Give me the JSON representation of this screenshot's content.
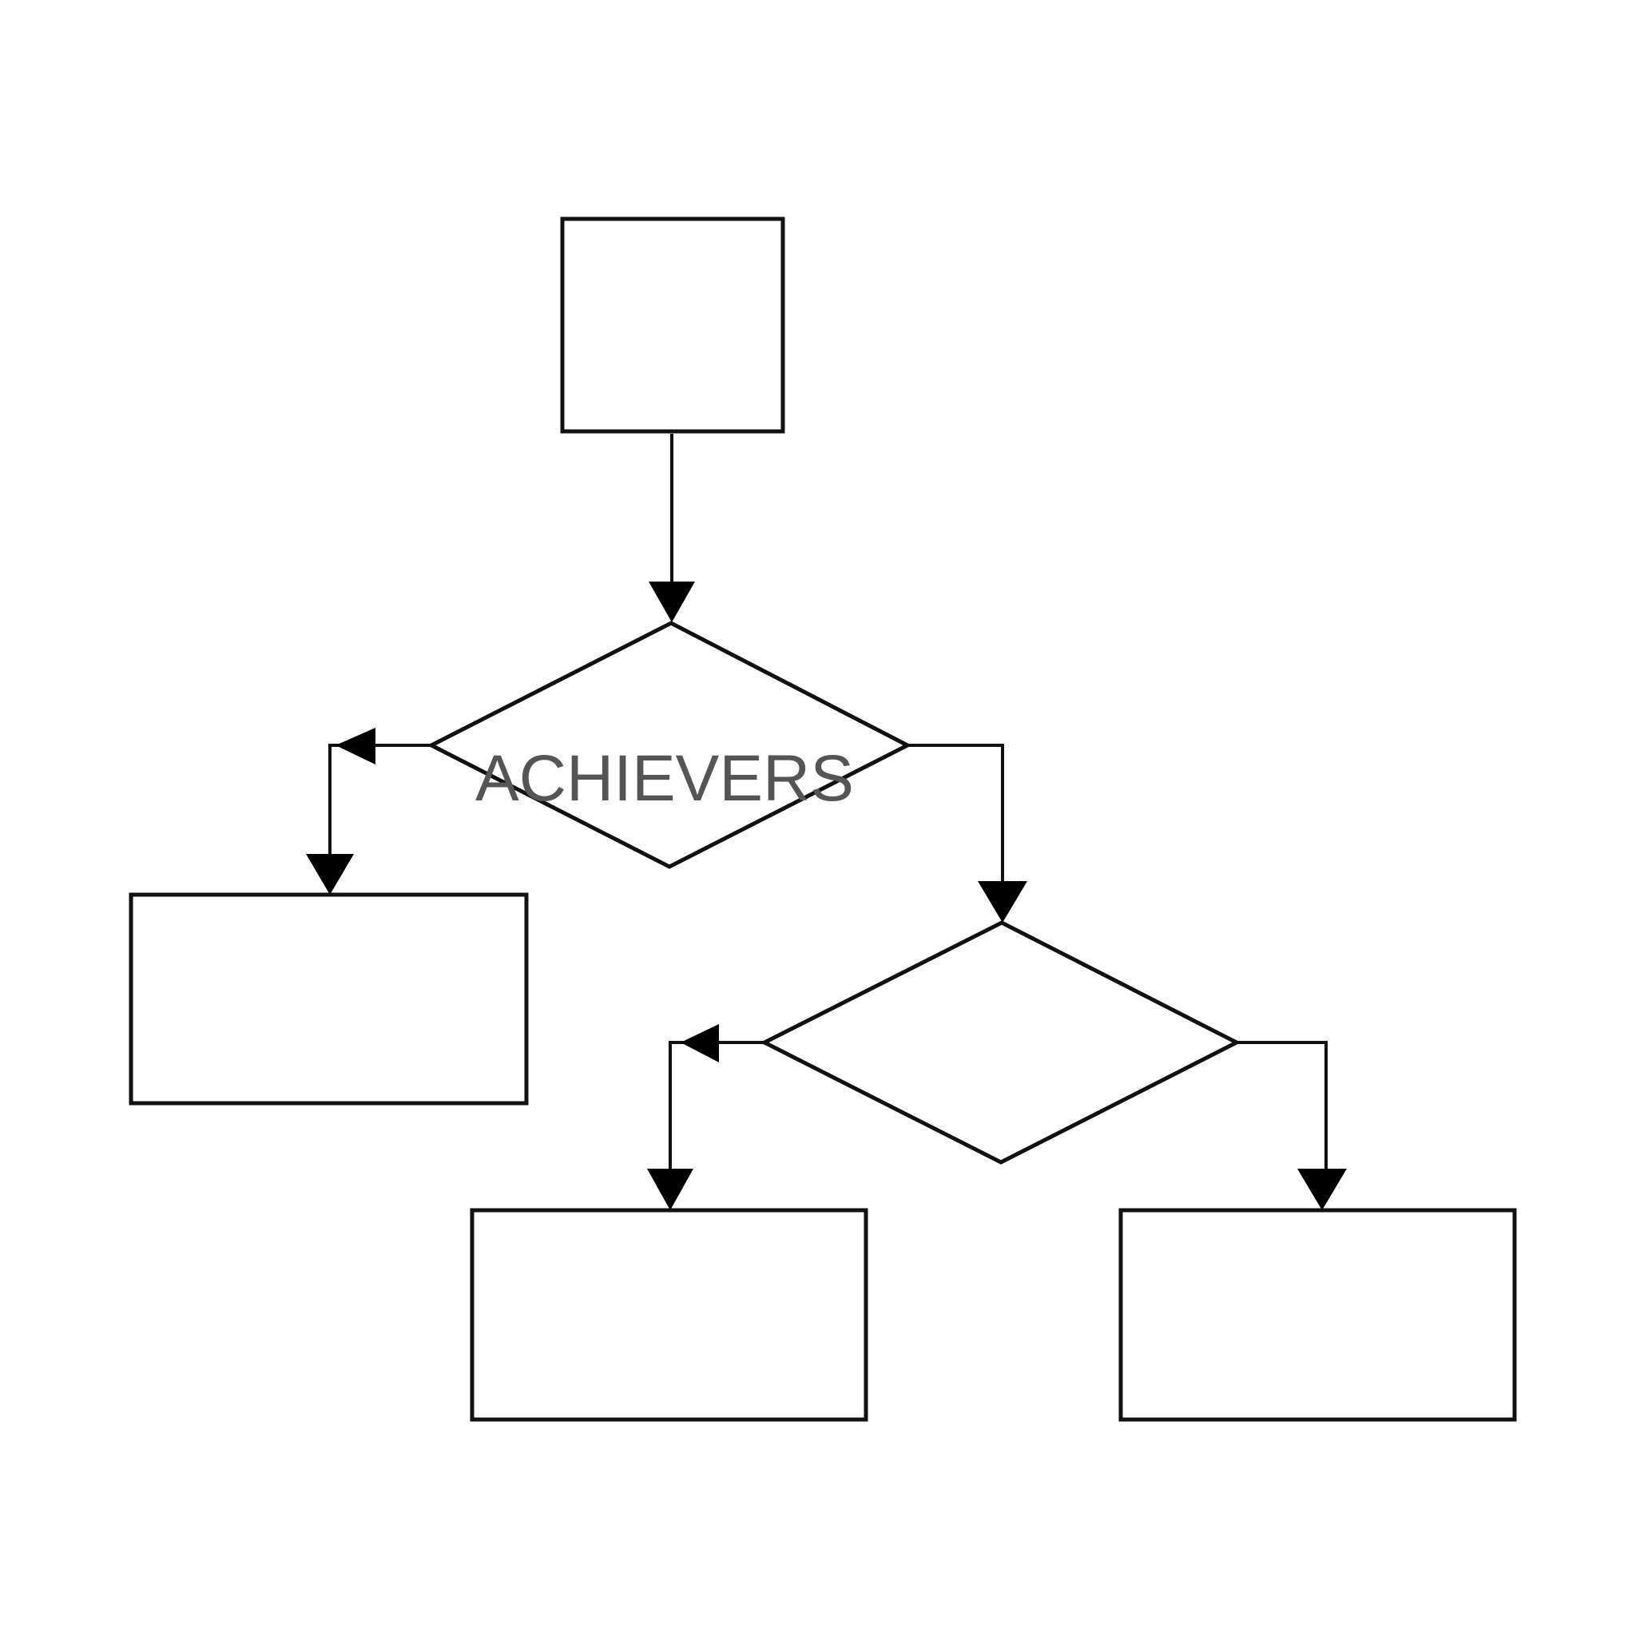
{
  "diagram": {
    "type": "flowchart",
    "colors": {
      "background": "#ffffff",
      "stroke": "#111111",
      "arrow": "#000000",
      "label": "#555555"
    },
    "nodes": [
      {
        "id": "start-box",
        "shape": "rectangle",
        "label": ""
      },
      {
        "id": "decision-1",
        "shape": "diamond",
        "label": "ACHIEVERS"
      },
      {
        "id": "left-box",
        "shape": "rectangle",
        "label": ""
      },
      {
        "id": "decision-2",
        "shape": "diamond",
        "label": ""
      },
      {
        "id": "bottom-middle-box",
        "shape": "rectangle",
        "label": ""
      },
      {
        "id": "bottom-right-box",
        "shape": "rectangle",
        "label": ""
      }
    ],
    "edges": [
      {
        "from": "start-box",
        "to": "decision-1"
      },
      {
        "from": "decision-1",
        "to": "left-box"
      },
      {
        "from": "decision-1",
        "to": "decision-2"
      },
      {
        "from": "decision-2",
        "to": "bottom-middle-box"
      },
      {
        "from": "decision-2",
        "to": "bottom-right-box"
      }
    ]
  }
}
